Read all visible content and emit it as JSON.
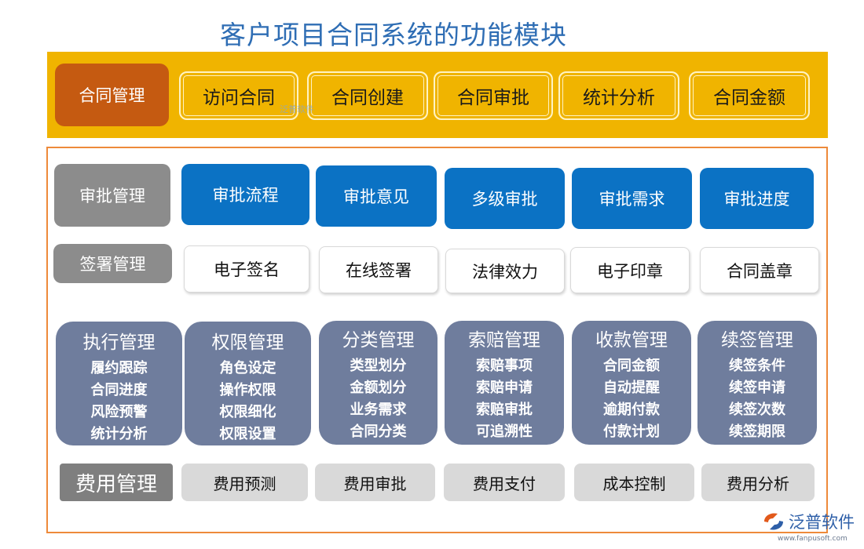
{
  "title": "客户项目合同系统的功能模块",
  "contract": {
    "head": "合同管理",
    "items": [
      "访问合同",
      "合同创建",
      "合同审批",
      "统计分析",
      "合同金额"
    ]
  },
  "watermark": "泛普软件",
  "approval": {
    "head": "审批管理",
    "items": [
      "审批流程",
      "审批意见",
      "多级审批",
      "审批需求",
      "审批进度"
    ]
  },
  "signing": {
    "head": "签署管理",
    "items": [
      "电子签名",
      "在线签署",
      "法律效力",
      "电子印章",
      "合同盖章"
    ]
  },
  "cards": [
    {
      "title": "执行管理",
      "items": [
        "履约跟踪",
        "合同进度",
        "风险预警",
        "统计分析"
      ]
    },
    {
      "title": "权限管理",
      "items": [
        "角色设定",
        "操作权限",
        "权限细化",
        "权限设置"
      ]
    },
    {
      "title": "分类管理",
      "items": [
        "类型划分",
        "金额划分",
        "业务需求",
        "合同分类"
      ]
    },
    {
      "title": "索赔管理",
      "items": [
        "索赔事项",
        "索赔申请",
        "索赔审批",
        "可追溯性"
      ]
    },
    {
      "title": "收款管理",
      "items": [
        "合同金额",
        "自动提醒",
        "逾期付款",
        "付款计划"
      ]
    },
    {
      "title": "续签管理",
      "items": [
        "续签条件",
        "续签申请",
        "续签次数",
        "续签期限"
      ]
    }
  ],
  "fees": {
    "head": "费用管理",
    "items": [
      "费用预测",
      "费用审批",
      "费用支付",
      "成本控制",
      "费用分析"
    ]
  },
  "logo": {
    "name": "泛普软件",
    "url": "www.fanpusoft.com"
  },
  "colors": {
    "title": "#2e6db4",
    "band": "#f0b400",
    "contract_head": "#c55a11",
    "frame": "#ee8a3a",
    "blue_box": "#0b72c4",
    "card": "#6f7d9d"
  }
}
